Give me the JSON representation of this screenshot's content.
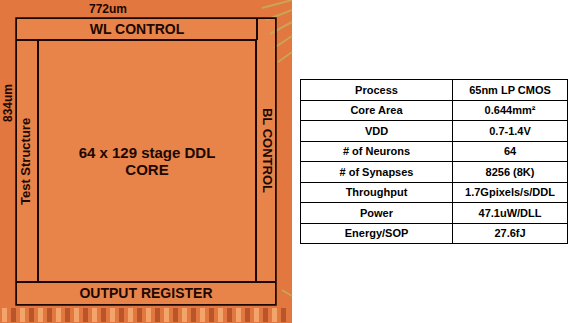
{
  "diagram": {
    "nodes": [
      {
        "text": [
          "WL CONTROL"
        ]
      },
      {
        "text": [
          "Test Structure"
        ]
      },
      {
        "text": [
          "64 x 129 stage DDL CORE"
        ]
      },
      {
        "text": [
          "BL CONTROL"
        ]
      },
      {
        "text": [
          "OUTPUT REGISTER"
        ]
      }
    ],
    "labels": [
      "772um",
      "834um",
      "Process",
      "65nm LP CMOS",
      "Core Area",
      "0.644mm²",
      "VDD",
      "0.7-1.4V",
      "# of Neurons",
      "64",
      "# of Synapses",
      "8256 (8K)",
      "Throughput",
      "1.7Gpixels/s/DDL",
      "Power",
      "47.1uW/DLL",
      "Energy/SOP",
      "27.6fJ"
    ]
  }
}
